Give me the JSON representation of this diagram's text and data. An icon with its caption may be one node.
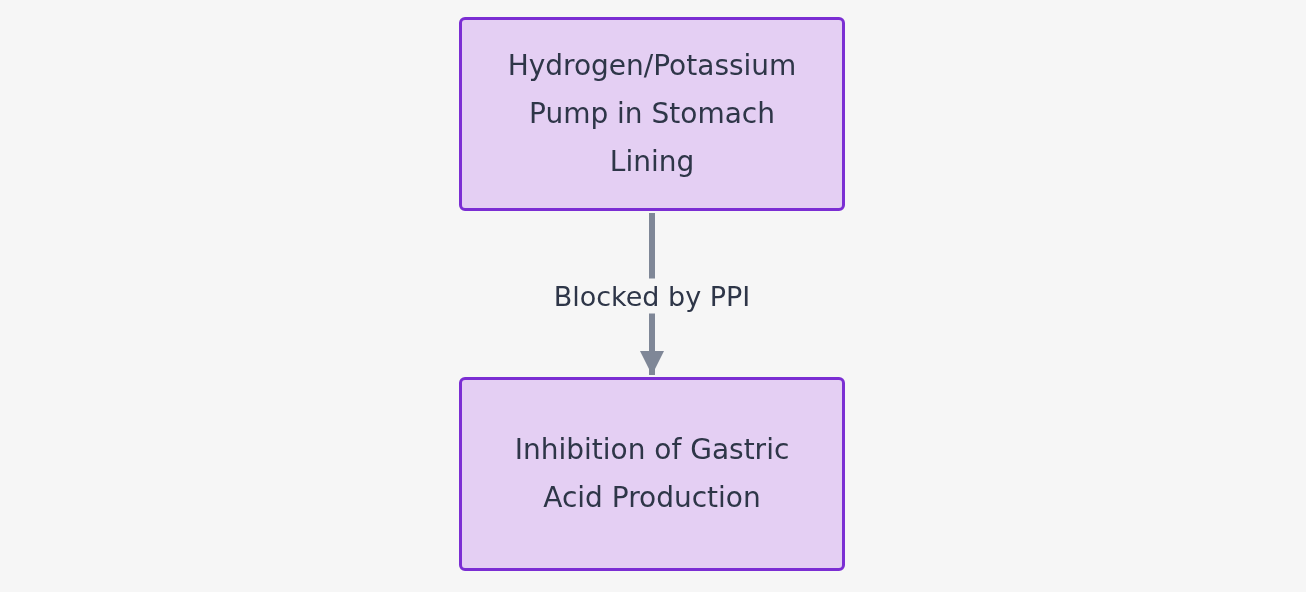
{
  "diagram": {
    "nodes": [
      {
        "text": [
          "Hydrogen/Potassium Pump in Stomach Lining"
        ]
      },
      {
        "text": [
          "Inhibition of Gastric Acid Production"
        ]
      }
    ],
    "edges": [
      {
        "from": 0,
        "to": 1,
        "arrow": "to",
        "label": "Blocked by PPI"
      }
    ]
  }
}
